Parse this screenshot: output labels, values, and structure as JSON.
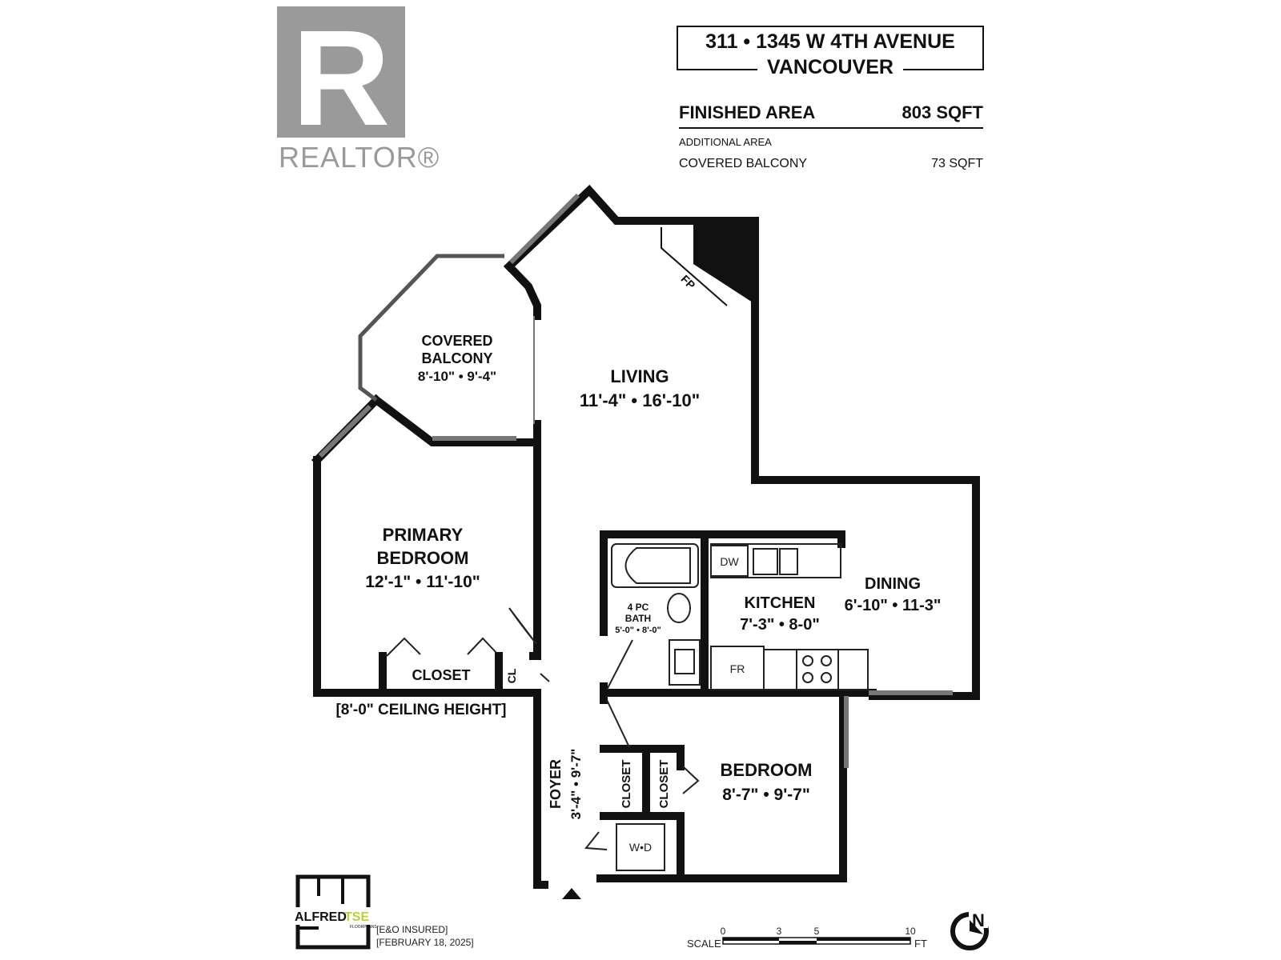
{
  "header": {
    "address_line1": "311 • 1345 W 4TH AVENUE",
    "address_line2": "VANCOUVER",
    "finished_area_label": "FINISHED AREA",
    "finished_area_value": "803 SQFT",
    "additional_area_label": "ADDITIONAL AREA",
    "balcony_label": "COVERED BALCONY",
    "balcony_value": "73 SQFT"
  },
  "logo": {
    "realtor_text": "REALTOR®",
    "realtor_letter": "R",
    "brand_color": "#9a9a9a"
  },
  "rooms": {
    "balcony_name1": "COVERED",
    "balcony_name2": "BALCONY",
    "balcony_dims": "8'-10\" • 9'-4\"",
    "living_name": "LIVING",
    "living_dims": "11'-4\" • 16'-10\"",
    "fireplace": "FP",
    "primary_name1": "PRIMARY",
    "primary_name2": "BEDROOM",
    "primary_dims": "12'-1\" • 11'-10\"",
    "closet": "CLOSET",
    "cl": "CL",
    "ceiling": "[8'-0\" CEILING HEIGHT]",
    "bath_name1": "4 PC",
    "bath_name2": "BATH",
    "bath_dims": "5'-0\" • 8'-0\"",
    "kitchen_name": "KITCHEN",
    "kitchen_dims": "7'-3\" • 8-0\"",
    "dw": "DW",
    "fr": "FR",
    "dining_name": "DINING",
    "dining_dims": "6'-10\" • 11-3\"",
    "foyer_name": "FOYER",
    "foyer_dims": "3'-4\" • 9'-7\"",
    "closet_left": "CLOSET",
    "closet_right": "CLOSET",
    "bedroom_name": "BEDROOM",
    "bedroom_dims": "8'-7\" • 9'-7\"",
    "wd": "W•D"
  },
  "footer": {
    "brand_alfred": "ALFRED",
    "brand_tse": "TSE",
    "brand_sub": "FLOORPLANS",
    "insured": "[E&O INSURED]",
    "date": "[FEBRUARY 18, 2025]",
    "scale_label": "SCALE",
    "scale_ticks": [
      "0",
      "3",
      "5",
      "10"
    ],
    "scale_unit": "FT",
    "north_letter": "N",
    "brand_accent_color": "#b5d334"
  }
}
